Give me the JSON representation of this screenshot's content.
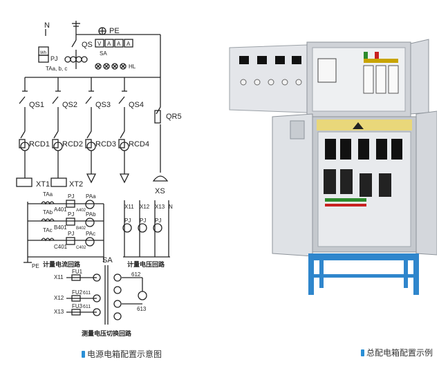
{
  "schematic": {
    "supply": {
      "n": "N",
      "pe": "PE"
    },
    "main": {
      "qs": "QS",
      "pj": "PJ",
      "wh": "Wh",
      "sa": "SA",
      "hl": "HL",
      "ta": "TAa, b, c",
      "meters": [
        "V",
        "A",
        "A",
        "A"
      ]
    },
    "branches": [
      {
        "qs": "QS1",
        "rcd": "RCD1",
        "xt": "XT1"
      },
      {
        "qs": "QS2",
        "rcd": "RCD2",
        "xt": "XT2"
      },
      {
        "qs": "QS3",
        "rcd": "RCD3",
        "xt": ""
      },
      {
        "qs": "QS4",
        "rcd": "RCD4",
        "xt": ""
      }
    ],
    "qr5": "QR5",
    "xs": "XS",
    "current_loop": {
      "rows": [
        {
          "ta": "TAa",
          "pj": "PJ",
          "pa": "PAa",
          "a": "A401",
          "b": "A402"
        },
        {
          "ta": "TAb",
          "pj": "PJ",
          "pa": "PAb",
          "a": "B401",
          "b": "B402"
        },
        {
          "ta": "TAc",
          "pj": "PJ",
          "pa": "PAc",
          "a": "C401",
          "b": "C402"
        }
      ],
      "pe": "PE",
      "title": "计量电流回路"
    },
    "voltage_loop": {
      "terms": [
        "X11",
        "X12",
        "X13",
        "N"
      ],
      "pj": "PJ",
      "title": "计量电压回路"
    },
    "switch_loop": {
      "sa": "SA",
      "rows": [
        {
          "x": "X11",
          "fu": "FU1",
          "code": ""
        },
        {
          "x": "X12",
          "fu": "FU2",
          "code": "611"
        },
        {
          "x": "X13",
          "fu": "FU3",
          "code": "611"
        }
      ],
      "right_codes": [
        "612",
        "613"
      ],
      "title": "测量电压切换回路"
    }
  },
  "captions": {
    "left": "电源电箱配置示意图",
    "right": "总配电箱配置示例"
  },
  "colors": {
    "caption_mark": "#2a8fd6",
    "cabinet": "#dcdee2",
    "stand": "#2f86cc"
  }
}
